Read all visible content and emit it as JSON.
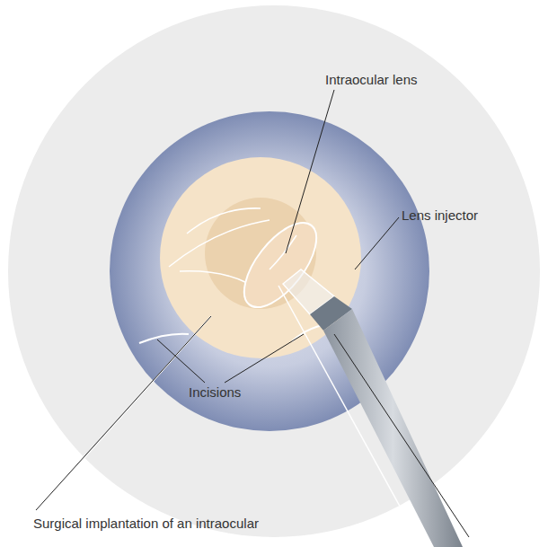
{
  "diagram": {
    "caption": "Surgical implantation of an intraocular",
    "labels": [
      "Intraocular lens",
      "Lens injector",
      "Incisions"
    ]
  }
}
